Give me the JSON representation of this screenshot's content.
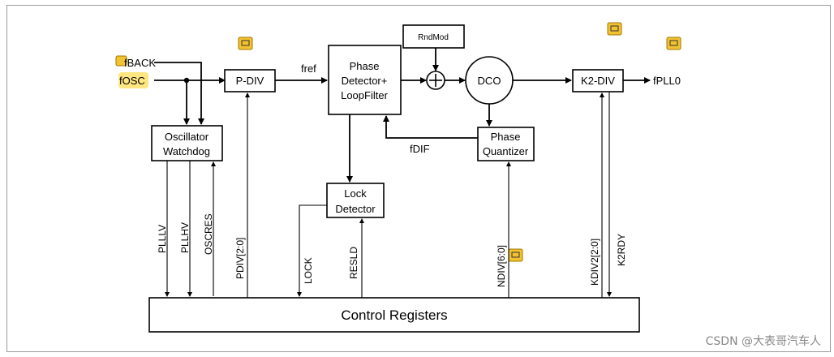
{
  "inputs": {
    "fback": "fBACK",
    "fosc": "fOSC"
  },
  "blocks": {
    "pdiv": "P-DIV",
    "phase_detector": [
      "Phase",
      "Detector+",
      "LoopFilter"
    ],
    "rndmod": "RndMod",
    "dco": "DCO",
    "k2div": "K2-DIV",
    "oscillator_watchdog": [
      "Oscillator",
      "Watchdog"
    ],
    "lock_detector": [
      "Lock",
      "Detector"
    ],
    "phase_quantizer": [
      "Phase",
      "Quantizer"
    ],
    "control_registers": "Control Registers"
  },
  "signals": {
    "fref": "fref",
    "fdif": "fDIF",
    "fpll0": "fPLL0",
    "plllv": "PLLLV",
    "pllhv": "PLLHV",
    "oscres": "OSCRES",
    "pdiv_bus": "PDIV[2:0]",
    "lock": "LOCK",
    "resld": "RESLD",
    "ndiv_bus": "NDIV[6:0]",
    "k2div_bus": "KDIV2[2:0]",
    "k2rdy": "K2RDY"
  },
  "watermark": "CSDN @大表哥汽车人",
  "colors": {
    "note_icon": "#f2c230",
    "highlight": "#ffe680"
  }
}
